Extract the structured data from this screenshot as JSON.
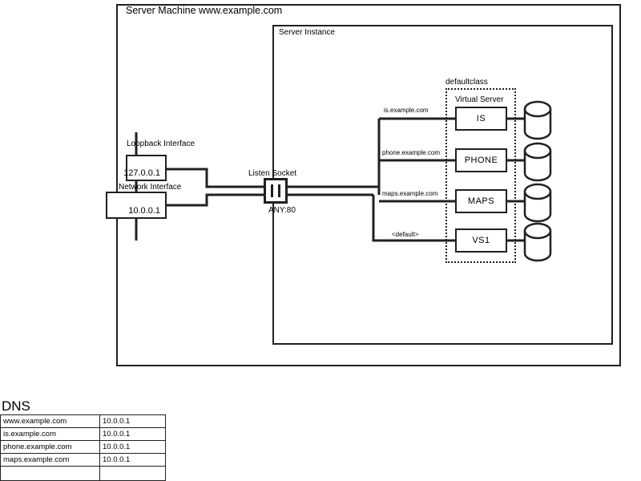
{
  "diagram": {
    "machine": {
      "label": "Server Machine www.example.com"
    },
    "instance": {
      "label": "Server Instance"
    },
    "class": {
      "label": "defaultclass"
    },
    "virtual_server_header": "Virtual Server",
    "interfaces": [
      {
        "name": "loopback",
        "title": "Loopback Interface",
        "address": "127.0.0.1"
      },
      {
        "name": "network",
        "title": "Network Interface",
        "address": "10.0.0.1"
      }
    ],
    "listen_socket": {
      "title": "Listen Socket",
      "port": "ANY:80"
    },
    "routes": [
      {
        "label": "is.example.com",
        "vs": "IS",
        "storage": "database-cylinder"
      },
      {
        "label": "phone.example.com",
        "vs": "PHONE",
        "storage": "database-cylinder"
      },
      {
        "label": "maps.example.com",
        "vs": "MAPS",
        "storage": "database-cylinder"
      },
      {
        "label": "<default>",
        "vs": "VS1",
        "storage": "database-cylinder"
      }
    ]
  },
  "dns": {
    "title": "DNS",
    "rows": [
      {
        "host": "www.example.com",
        "address": "10.0.0.1"
      },
      {
        "host": "is.example.com",
        "address": "10.0.0.1"
      },
      {
        "host": "phone.example.com",
        "address": "10.0.0.1"
      },
      {
        "host": "maps.example.com",
        "address": "10.0.0.1"
      },
      {
        "host": "",
        "address": ""
      }
    ]
  },
  "colors": {
    "line": "#231f20",
    "background": "#ffffff"
  }
}
